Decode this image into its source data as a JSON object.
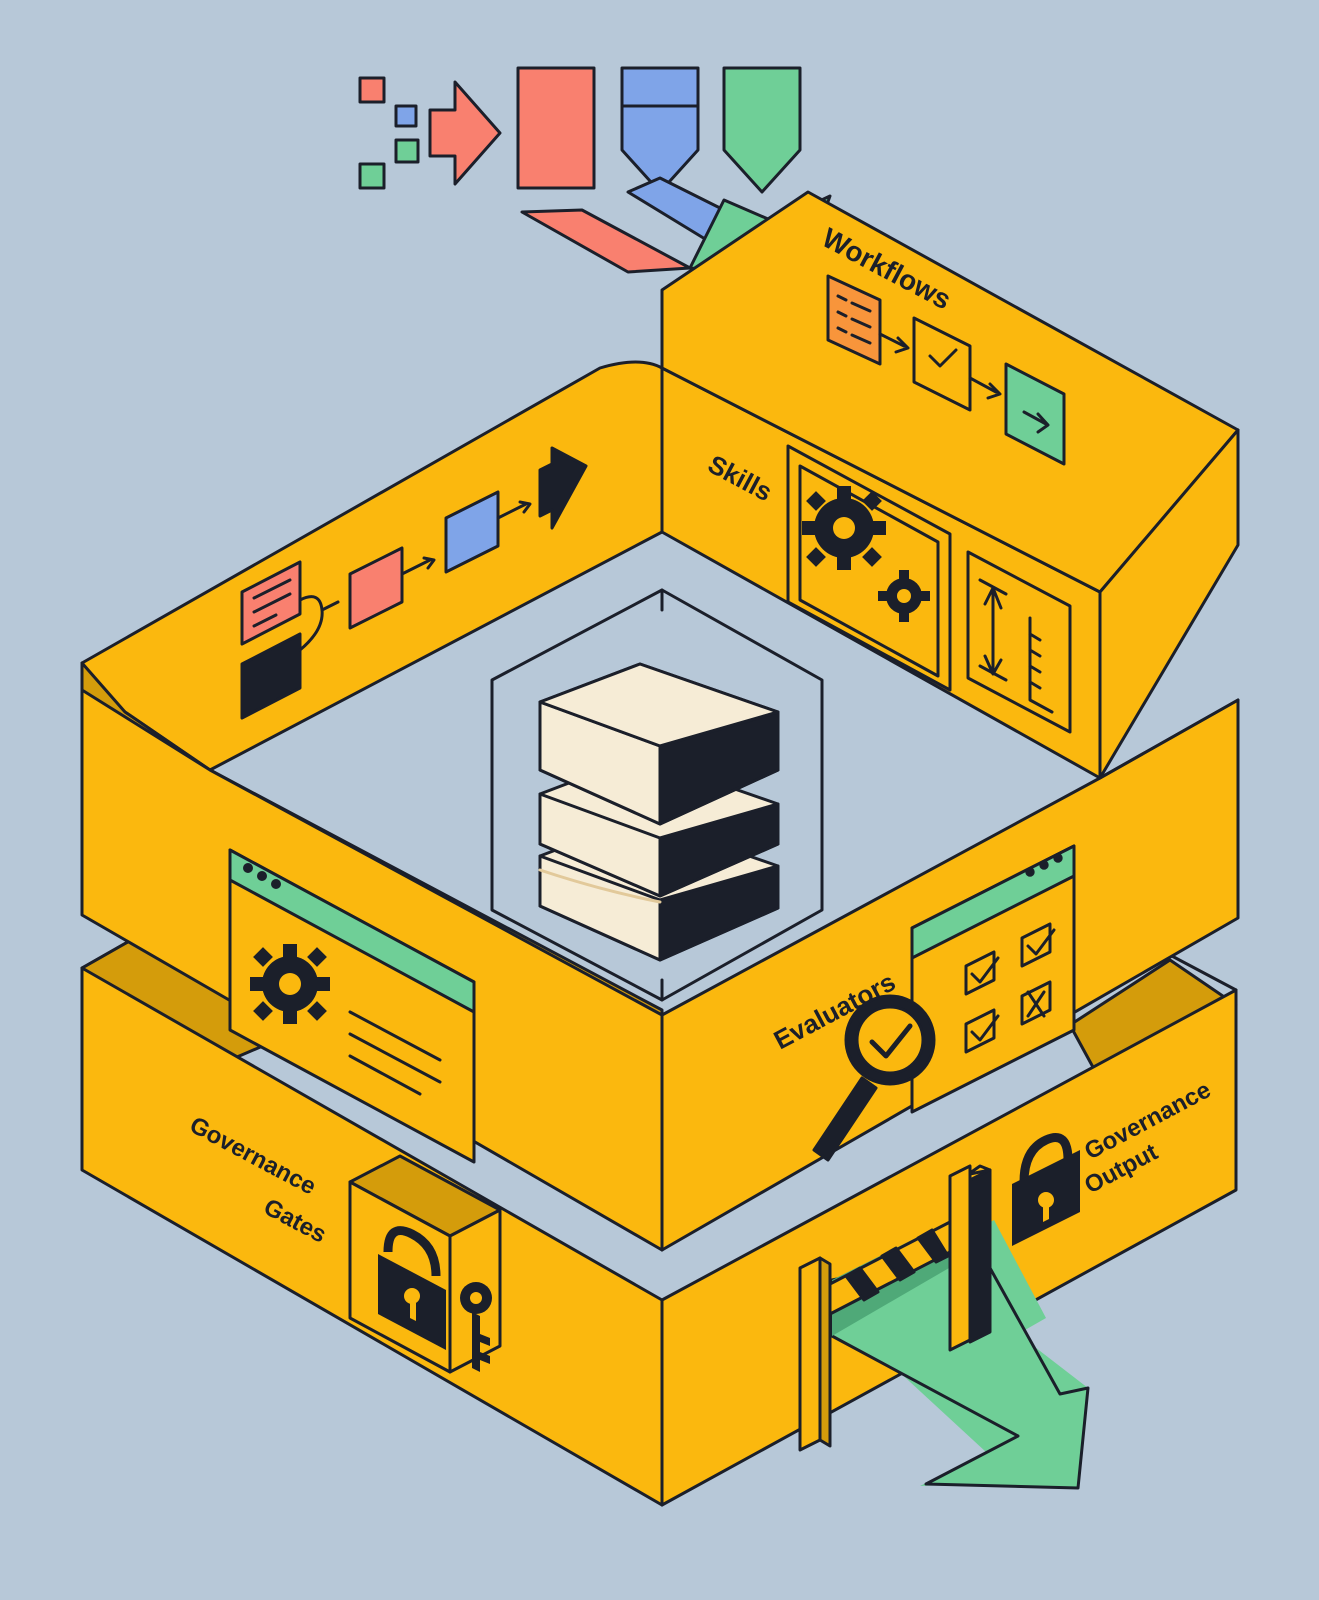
{
  "labels": {
    "workflows": "Workflows",
    "skills": "Skills",
    "evaluators": "Evaluators",
    "governance_gates_line1": "Governance",
    "governance_gates_line2": "Gates",
    "governance_output_line1": "Governance",
    "governance_output_line2": "Output"
  },
  "icons": {
    "core": "stacked-layers-icon",
    "workflow_checklist": "checklist-icon",
    "workflow_check": "check-icon",
    "workflow_next": "arrow-right-icon",
    "skills_gear": "gear-icon",
    "skills_measure": "measure-icon",
    "eval_magnifier": "magnifier-check-icon",
    "eval_checklist": "checkbox-grid-icon",
    "config_window": "settings-window-icon",
    "gate_lock": "lock-icon",
    "gate_key": "key-icon",
    "output_lock": "lock-icon",
    "output_barrier": "barrier-icon",
    "output_arrow": "output-arrow-icon"
  },
  "colors": {
    "background": "#b7c8d8",
    "band": "#fbb80e",
    "band_shadow": "#d49c0b",
    "ink": "#1b1f2a",
    "red": "#f9806f",
    "blue": "#7fa4e8",
    "green": "#6fcf97",
    "orange": "#f8953b",
    "cream": "#f6ecd6"
  }
}
